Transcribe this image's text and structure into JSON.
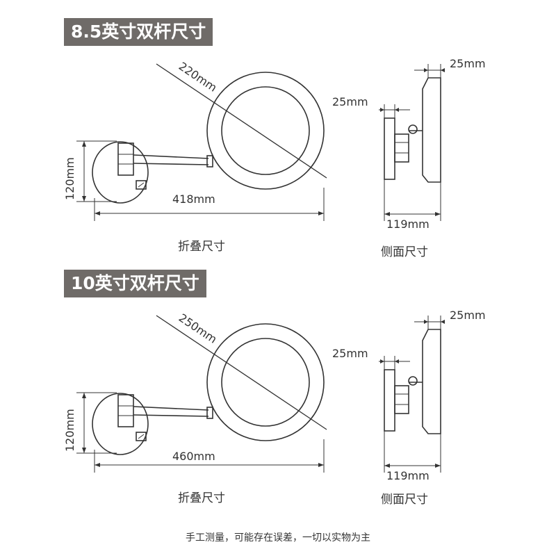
{
  "sections": [
    {
      "title": "8.5英寸双杆尺寸",
      "dim_diameter": "220mm",
      "dim_height": "120mm",
      "dim_width": "418mm",
      "dim_side_top": "25mm",
      "dim_side_mid": "25mm",
      "dim_side_depth": "119mm",
      "caption_front": "折叠尺寸",
      "caption_side": "侧面尺寸"
    },
    {
      "title": "10英寸双杆尺寸",
      "dim_diameter": "250mm",
      "dim_height": "120mm",
      "dim_width": "460mm",
      "dim_side_top": "25mm",
      "dim_side_mid": "25mm",
      "dim_side_depth": "119mm",
      "caption_front": "折叠尺寸",
      "caption_side": "侧面尺寸"
    }
  ],
  "footnote": "手工测量，可能存在误差，一切以实物为主",
  "colors": {
    "badge": "#6f6b68",
    "line": "#333333"
  }
}
